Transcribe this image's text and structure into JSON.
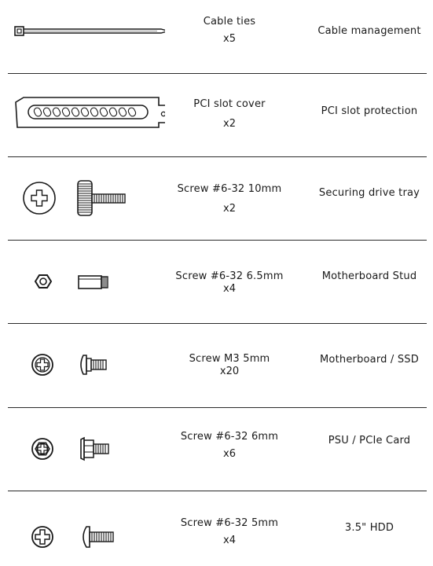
{
  "items": [
    {
      "name": "Cable ties",
      "qty": "x5",
      "usage": "Cable management",
      "icon": "cable-tie-icon"
    },
    {
      "name": "PCI slot cover",
      "qty": "x2",
      "usage": "PCI slot protection",
      "icon": "pci-slot-cover-icon"
    },
    {
      "name": "Screw #6-32 10mm",
      "qty": "x2",
      "usage": "Securing drive tray",
      "icon": "thumb-screw-icon"
    },
    {
      "name": "Screw #6-32 6.5mm",
      "qty": "x4",
      "usage": "Motherboard Stud",
      "icon": "standoff-icon"
    },
    {
      "name": "Screw M3 5mm",
      "qty": "x20",
      "usage": "Motherboard / SSD",
      "icon": "m3-screw-icon"
    },
    {
      "name": "Screw #6-32 6mm",
      "qty": "x6",
      "usage": "PSU / PCIe Card",
      "icon": "hex-washer-screw-icon"
    },
    {
      "name": "Screw #6-32 5mm",
      "qty": "x4",
      "usage": "3.5\" HDD",
      "icon": "pan-head-screw-icon"
    }
  ],
  "colors": {
    "line": "#1a1a1a",
    "text": "#1a1a1a"
  }
}
